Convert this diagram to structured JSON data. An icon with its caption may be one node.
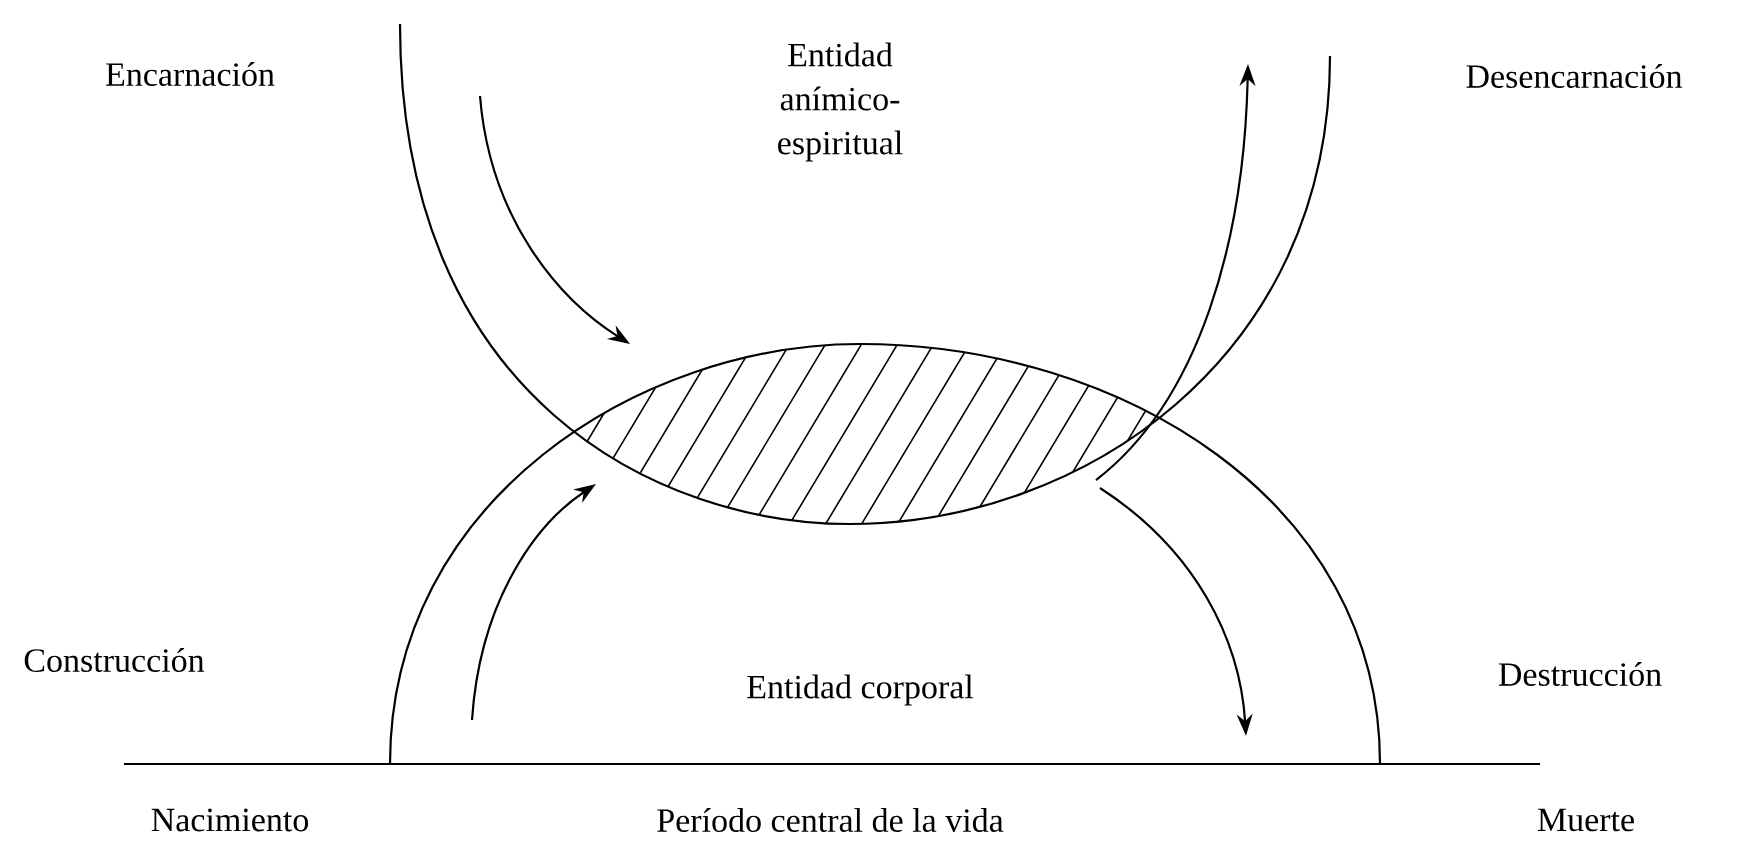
{
  "diagram": {
    "labels": [
      "Encarnación",
      "Entidad anímico-espiritual",
      "Desencarnación",
      "Construcción",
      "Entidad corporal",
      "Destrucción",
      "Nacimiento",
      "Período central de la vida",
      "Muerte"
    ]
  }
}
